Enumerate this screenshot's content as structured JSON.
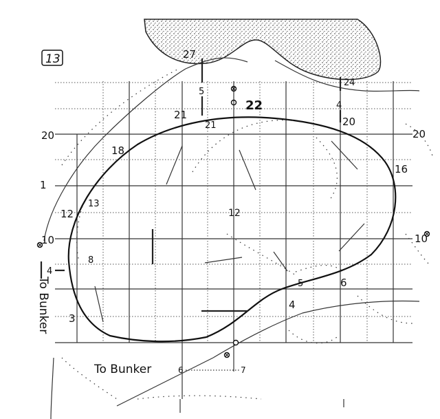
{
  "hole_number": "13",
  "green_center_label": "22",
  "side_labels": {
    "to_bunker_bottom": "To Bunker",
    "to_bunker_left": "To Bunker"
  },
  "grid_numbers": {
    "top_left": "27",
    "top_left_tick": "5",
    "top_right": "24",
    "top_right_tick": "4",
    "front_left": "21",
    "front_left_inner": "21",
    "front_right": "20",
    "left_high": "20",
    "left_mid": "18",
    "right_high": "20",
    "right_mid": "16",
    "left_low": "12",
    "left_inner": "13",
    "center": "12",
    "left_margin": "1",
    "left_ten": "10",
    "right_ten": "10",
    "left_four": "4",
    "left_eight": "8",
    "left_three": "3",
    "bottom_five": "5",
    "bottom_six": "6",
    "bottom_four": "4",
    "bottom_six_b": "6",
    "bottom_seven": "7"
  },
  "icons": [
    "sprinkler-marker-icon",
    "sprinkler-marker-icon",
    "sprinkler-marker-icon",
    "sprinkler-marker-icon"
  ]
}
